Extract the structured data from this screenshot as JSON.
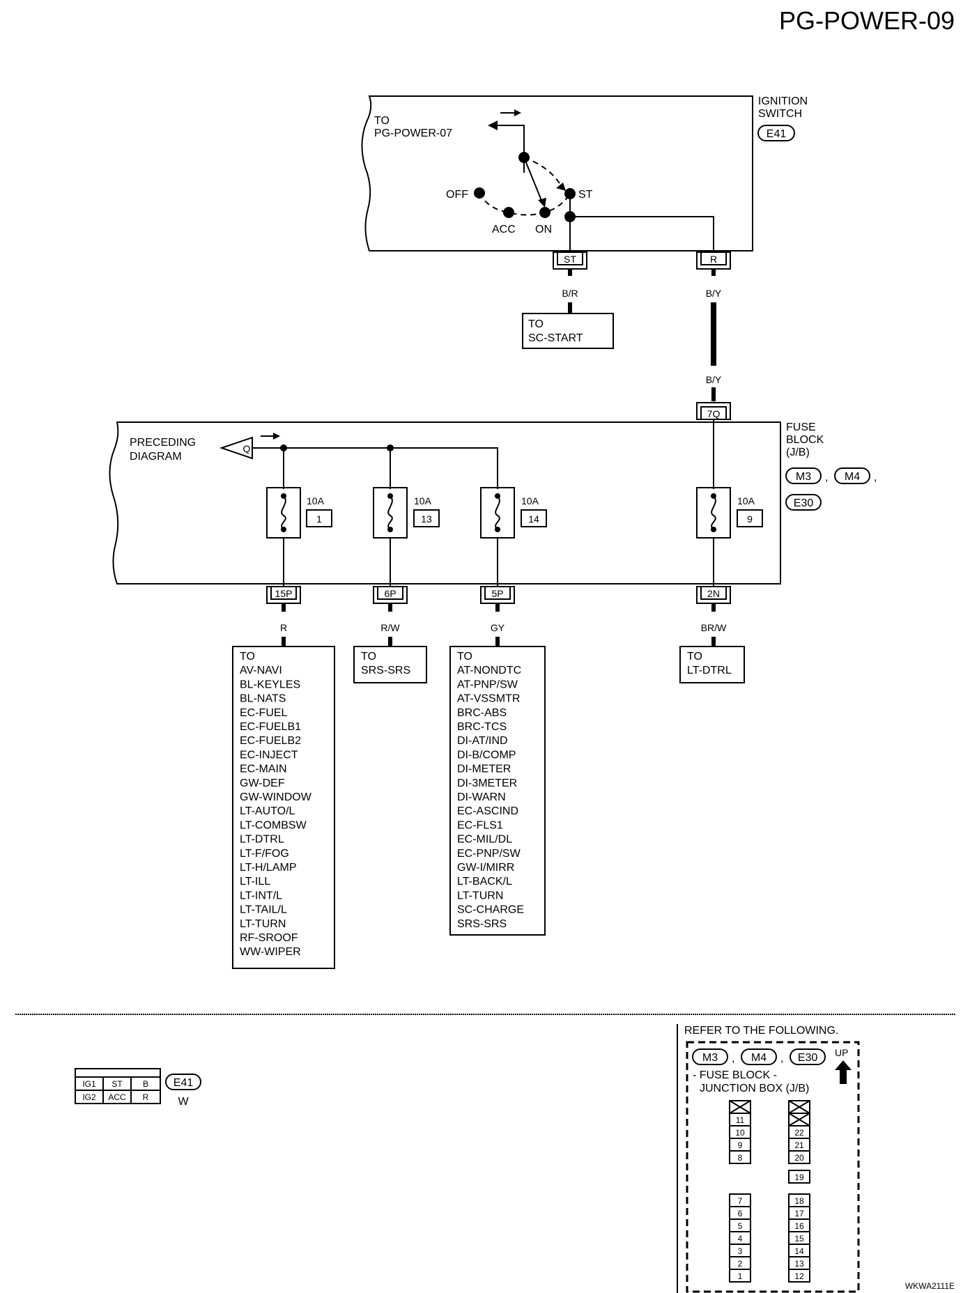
{
  "page_title": "PG-POWER-09",
  "figure_code": "WKWA2111E",
  "ignition_switch": {
    "title_line1": "IGNITION",
    "title_line2": "SWITCH",
    "connector_ref": "E41",
    "to_label_line1": "TO",
    "to_label_line2": "PG-POWER-07",
    "positions": {
      "off": "OFF",
      "acc": "ACC",
      "on": "ON",
      "st": "ST"
    },
    "terminal_st": "ST",
    "terminal_r": "R"
  },
  "wires": {
    "st_color": "B/R",
    "r_color_top": "B/Y",
    "r_color_bottom": "B/Y"
  },
  "sc_start": {
    "line1": "TO",
    "line2": "SC-START"
  },
  "fuse_block": {
    "title_line1": "FUSE",
    "title_line2": "BLOCK",
    "title_line3": "(J/B)",
    "connectors": [
      "M3",
      "M4",
      "E30"
    ],
    "input_connector": "7Q",
    "preceding_line1": "PRECEDING",
    "preceding_line2": "DIAGRAM",
    "preceding_symbol": "Q",
    "fuses": [
      {
        "rating": "10A",
        "number": "1",
        "connector": "15P",
        "wire": "R"
      },
      {
        "rating": "10A",
        "number": "13",
        "connector": "6P",
        "wire": "R/W"
      },
      {
        "rating": "10A",
        "number": "14",
        "connector": "5P",
        "wire": "GY"
      },
      {
        "rating": "10A",
        "number": "9",
        "connector": "2N",
        "wire": "BR/W"
      }
    ]
  },
  "destinations": {
    "fuse1": [
      "TO",
      "AV-NAVI",
      "BL-KEYLES",
      "BL-NATS",
      "EC-FUEL",
      "EC-FUELB1",
      "EC-FUELB2",
      "EC-INJECT",
      "EC-MAIN",
      "GW-DEF",
      "GW-WINDOW",
      "LT-AUTO/L",
      "LT-COMBSW",
      "LT-DTRL",
      "LT-F/FOG",
      "LT-H/LAMP",
      "LT-ILL",
      "LT-INT/L",
      "LT-TAIL/L",
      "LT-TURN",
      "RF-SROOF",
      "WW-WIPER"
    ],
    "fuse13": [
      "TO",
      "SRS-SRS"
    ],
    "fuse14": [
      "TO",
      "AT-NONDTC",
      "AT-PNP/SW",
      "AT-VSSMTR",
      "BRC-ABS",
      "BRC-TCS",
      "DI-AT/IND",
      "DI-B/COMP",
      "DI-METER",
      "DI-3METER",
      "DI-WARN",
      "EC-ASCIND",
      "EC-FLS1",
      "EC-MIL/DL",
      "EC-PNP/SW",
      "GW-I/MIRR",
      "LT-BACK/L",
      "LT-TURN",
      "SC-CHARGE",
      "SRS-SRS"
    ],
    "fuse9": [
      "TO",
      "LT-DTRL"
    ]
  },
  "connector_face": {
    "row1": [
      "IG1",
      "ST",
      "B"
    ],
    "row2": [
      "IG2",
      "ACC",
      "R"
    ],
    "ref": "E41",
    "color": "W"
  },
  "refer_box": {
    "title": "REFER TO THE FOLLOWING.",
    "connectors": [
      "M3",
      "M4",
      "E30"
    ],
    "up_label": "UP",
    "sub_line1": "- FUSE BLOCK -",
    "sub_line2": "JUNCTION BOX (J/B)",
    "left_upper": [
      "11",
      "10",
      "9",
      "8"
    ],
    "right_upper": [
      "22",
      "21",
      "20"
    ],
    "middle": "19",
    "left_lower": [
      "7",
      "6",
      "5",
      "4",
      "3",
      "2",
      "1"
    ],
    "right_lower": [
      "18",
      "17",
      "16",
      "15",
      "14",
      "13",
      "12"
    ]
  }
}
